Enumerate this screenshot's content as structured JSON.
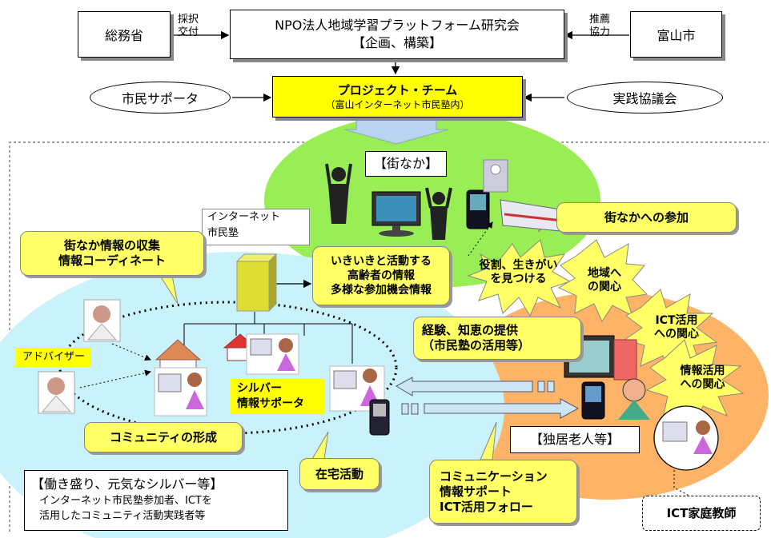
{
  "top": {
    "ministry": "総務省",
    "ministry_arrow_label": "採択\n交付",
    "npo_title": "NPO法人地域学習プラットフォーム研究会",
    "npo_subtitle": "【企画、構築】",
    "city": "富山市",
    "city_arrow_label": "推薦\n協力",
    "citizen_supporter": "市民サポータ",
    "project_team": "プロジェクト・チーム",
    "project_team_sub": "（富山インターネット市民塾内）",
    "council": "実践協議会"
  },
  "scene": {
    "machinaka_title": "【街なか】",
    "machinaka_participation": "街なかへの参加",
    "internet_school": "インターネット\n市民塾",
    "collect_info": "街なか情報の収集\n情報コーディネート",
    "active_elderly": "いきいきと活動する\n高齢者の情報\n多様な参加機会情報",
    "find_role": "役割、生きがい\nを見つける",
    "local_interest": "地域へ\nの関心",
    "ict_interest": "ICT活用\nへの関心",
    "info_interest": "情報活用\nへの関心",
    "experience": "経験、知恵の提供\n（市民塾の活用等）",
    "advisor": "アドバイザー",
    "silver_supporter": "シルバー\n情報サポータ",
    "community": "コミュニティの形成",
    "home_activity": "在宅活動",
    "elderly_alone": "【独居老人等】",
    "communication": "コミュニケーション\n情報サポート\nICT活用フォロー",
    "ict_tutor": "ICT家庭教師",
    "working_title": "【働き盛り、元気なシルバー等】",
    "working_desc": "インターネット市民塾参加者、ICTを\n活用したコミュニティ活動実践者等"
  },
  "colors": {
    "green": "#99ee55",
    "lightblue": "#c9f2fb",
    "orange": "#ffb366",
    "yellow": "#ffff00",
    "callout": "#ffff66"
  }
}
